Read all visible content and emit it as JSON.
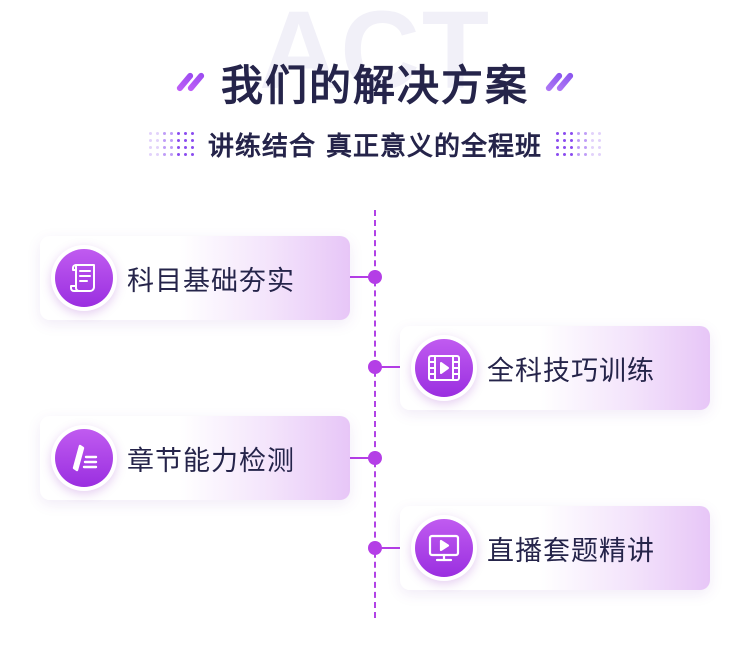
{
  "watermark": "ACT",
  "title": "我们的解决方案",
  "subtitle": "讲练结合 真正意义的全程班",
  "accent_color": "#b43ee6",
  "cards": [
    {
      "label": "科目基础夯实",
      "icon": "scroll-document-icon",
      "side": "left"
    },
    {
      "label": "全科技巧训练",
      "icon": "video-film-icon",
      "side": "right"
    },
    {
      "label": "章节能力检测",
      "icon": "pen-list-icon",
      "side": "left"
    },
    {
      "label": "直播套题精讲",
      "icon": "monitor-play-icon",
      "side": "right"
    }
  ]
}
